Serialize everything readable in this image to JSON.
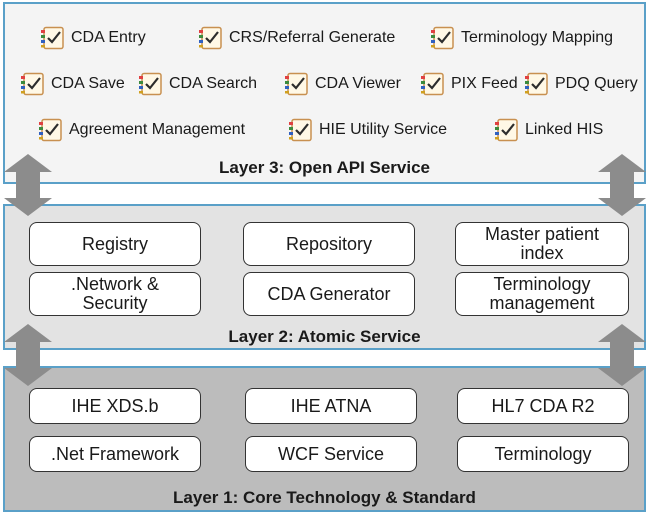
{
  "layer3": {
    "title": "Layer 3: Open API Service",
    "services": [
      {
        "label": "CDA Entry",
        "icon": "checklist-icon"
      },
      {
        "label": "CRS/Referral Generate",
        "icon": "checklist-icon"
      },
      {
        "label": "Terminology Mapping",
        "icon": "checklist-icon"
      },
      {
        "label": "CDA Save",
        "icon": "checklist-icon"
      },
      {
        "label": "CDA Search",
        "icon": "checklist-icon"
      },
      {
        "label": "CDA Viewer",
        "icon": "checklist-icon"
      },
      {
        "label": "PIX Feed",
        "icon": "checklist-icon"
      },
      {
        "label": "PDQ Query",
        "icon": "checklist-icon"
      },
      {
        "label": "Agreement Management",
        "icon": "checklist-icon"
      },
      {
        "label": "HIE Utility Service",
        "icon": "checklist-icon"
      },
      {
        "label": "Linked HIS",
        "icon": "checklist-icon"
      }
    ]
  },
  "layer2": {
    "title": "Layer 2: Atomic Service",
    "components": [
      "Registry",
      "Repository",
      "Master patient\nindex",
      ".Network &\nSecurity",
      "CDA Generator",
      "Terminology\nmanagement"
    ]
  },
  "layer1": {
    "title": "Layer 1: Core Technology & Standard",
    "components": [
      "IHE XDS.b",
      "IHE ATNA",
      "HL7 CDA R2",
      ".Net Framework",
      "WCF Service",
      "Terminology"
    ]
  },
  "colors": {
    "layer3_bg": "#f4f4f4",
    "layer2_bg": "#e3e3e3",
    "layer1_bg": "#bcbcbc",
    "border": "#5aa0c8",
    "arrow": "#8c8c8c",
    "icon_frame": "#d9a25a"
  }
}
